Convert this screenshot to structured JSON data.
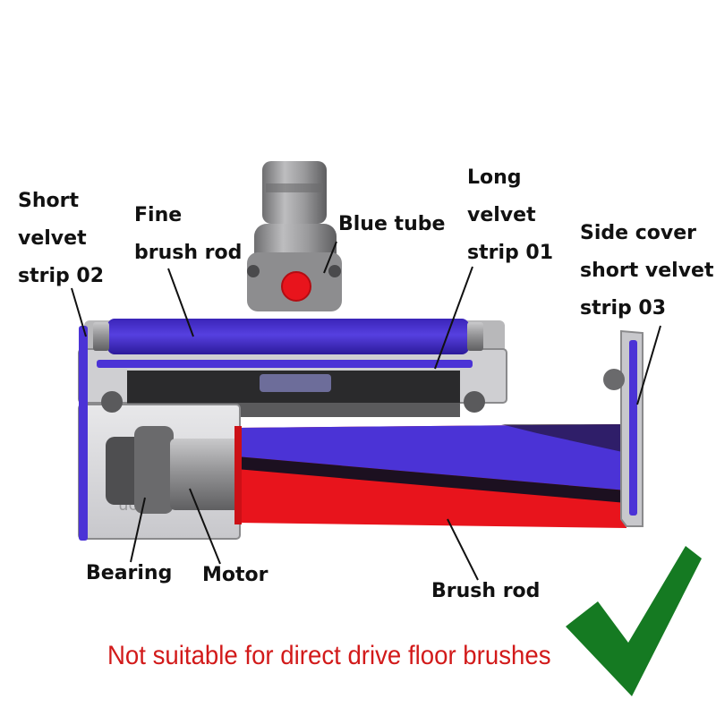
{
  "labels": {
    "short_velvet_strip_02": [
      "Short",
      "velvet",
      "strip 02"
    ],
    "fine_brush_rod": [
      "Fine",
      "brush rod"
    ],
    "blue_tube": "Blue tube",
    "long_velvet_strip_01": [
      "Long",
      "velvet",
      "strip 01"
    ],
    "side_cover_short_velvet_strip_03": [
      "Side cover",
      "short velvet",
      "strip 03"
    ],
    "bearing": "Bearing",
    "motor": "Motor",
    "brush_rod": "Brush rod"
  },
  "notice": "Not suitable for direct drive floor brushes",
  "colors": {
    "velvet_blue": "#4b33d6",
    "velvet_red": "#e8141c",
    "housing_grey": "#8a8a8c",
    "notice_red": "#d21a1a",
    "check_green": "#157a22"
  },
  "icons": {
    "approval_mark": "check-mark-icon"
  }
}
